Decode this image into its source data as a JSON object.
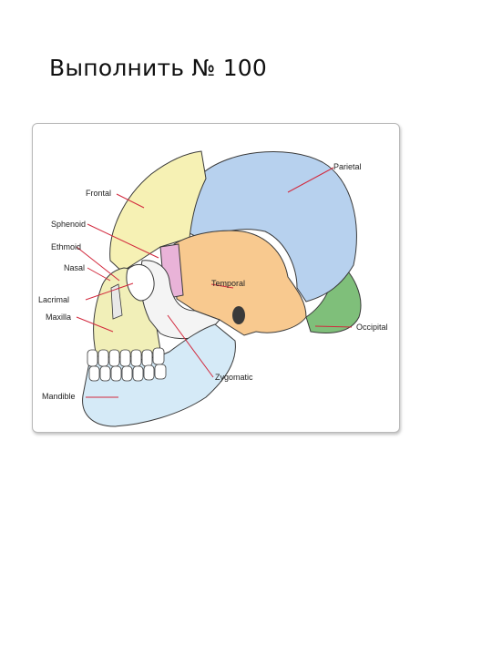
{
  "page": {
    "title": "Выполнить № 100"
  },
  "diagram": {
    "labels": {
      "frontal": "Frontal",
      "sphenoid": "Sphenoid",
      "ethmoid": "Ethmoid",
      "nasal": "Nasal",
      "lacrimal": "Lacrimal",
      "maxilla": "Maxilla",
      "mandible": "Mandible",
      "parietal": "Parietal",
      "temporal": "Temporal",
      "occipital": "Occipital",
      "zygomatic": "Zygomatic"
    },
    "colors": {
      "frontal": "#f6f1b4",
      "parietal": "#b7d1ee",
      "temporal": "#f8c98f",
      "occipital": "#7fbf7a",
      "sphenoid": "#e9b3d8",
      "ethmoid": "#9fd39b",
      "maxilla": "#f1efb8",
      "zygomatic": "#f4f4f4",
      "mandible": "#d5eaf7",
      "leader": "#d2283c",
      "outline": "#3a3a3a"
    }
  }
}
